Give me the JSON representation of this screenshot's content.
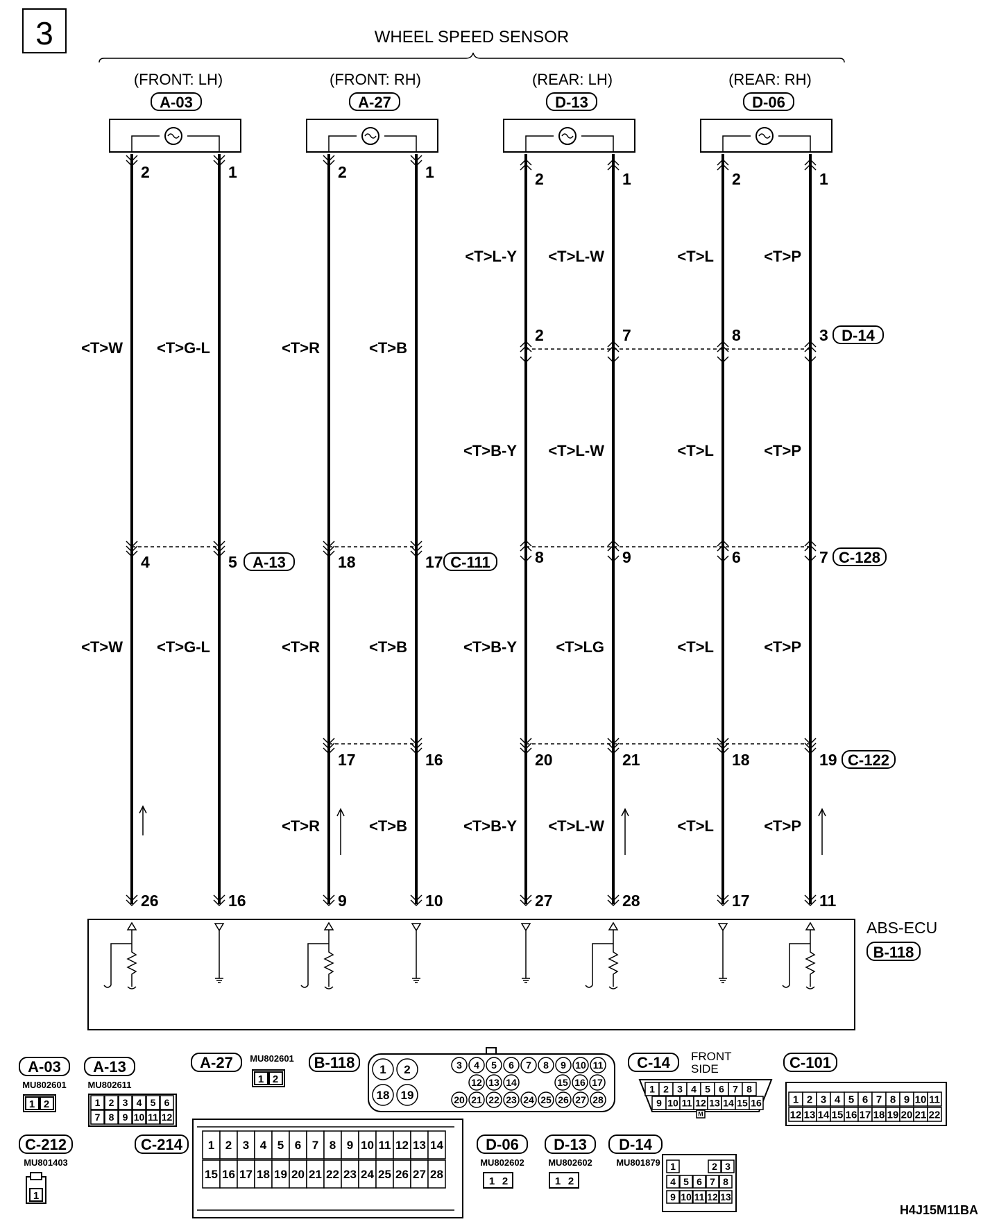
{
  "page": {
    "number": "3",
    "title": "WHEEL SPEED SENSOR",
    "figure_code": "H4J15M11BA"
  },
  "sensors": [
    {
      "label": "(FRONT: LH)",
      "connector": "A-03",
      "pin_left": "2",
      "pin_right": "1"
    },
    {
      "label": "(FRONT: RH)",
      "connector": "A-27",
      "pin_left": "2",
      "pin_right": "1"
    },
    {
      "label": "(REAR: LH)",
      "connector": "D-13",
      "pin_left": "2",
      "pin_right": "1"
    },
    {
      "label": "(REAR: RH)",
      "connector": "D-06",
      "pin_left": "2",
      "pin_right": "1"
    }
  ],
  "wire_labels": {
    "seg1": [
      "<T>W",
      "<T>G-L",
      "<T>R",
      "<T>B",
      "<T>L-Y",
      "<T>L-W",
      "<T>L",
      "<T>P"
    ],
    "seg2": [
      "<T>B-Y",
      "<T>L-W",
      "<T>L",
      "<T>P"
    ],
    "seg3": [
      "<T>W",
      "<T>G-L",
      "<T>R",
      "<T>B",
      "<T>B-Y",
      "<T>LG",
      "<T>L",
      "<T>P"
    ],
    "seg4": [
      "<T>R",
      "<T>B",
      "<T>B-Y",
      "<T>L-W",
      "<T>L",
      "<T>P"
    ]
  },
  "junctions": {
    "d14": {
      "connector": "D-14",
      "pins": [
        "2",
        "7",
        "8",
        "3"
      ]
    },
    "a13": {
      "connector": "A-13",
      "pins": [
        "4",
        "5"
      ]
    },
    "c111": {
      "connector": "C-111",
      "pins": [
        "18",
        "17"
      ]
    },
    "c128": {
      "connector": "C-128",
      "pins": [
        "8",
        "9",
        "6",
        "7"
      ]
    },
    "c122": {
      "connector": "C-122",
      "pins": [
        "17",
        "16",
        "20",
        "21",
        "18",
        "19"
      ]
    }
  },
  "ecu": {
    "name": "ABS-ECU",
    "connector": "B-118",
    "pins": [
      "26",
      "16",
      "9",
      "10",
      "27",
      "28",
      "17",
      "11"
    ]
  },
  "connector_views": {
    "a03": {
      "name": "A-03",
      "part": "MU802601",
      "pins": [
        "1",
        "2"
      ]
    },
    "a13": {
      "name": "A-13",
      "part": "MU802611",
      "row1": [
        "1",
        "2",
        "3",
        "4",
        "5",
        "6"
      ],
      "row2": [
        "7",
        "8",
        "9",
        "10",
        "11",
        "12"
      ]
    },
    "a27": {
      "name": "A-27",
      "part": "MU802601",
      "pins": [
        "1",
        "2"
      ]
    },
    "b118": {
      "name": "B-118",
      "big": [
        "1",
        "2",
        "18",
        "19"
      ],
      "row1": [
        "3",
        "4",
        "5",
        "6",
        "7",
        "8",
        "9",
        "10",
        "11"
      ],
      "row2": [
        "12",
        "13",
        "14",
        "15",
        "16",
        "17"
      ],
      "row3": [
        "20",
        "21",
        "22",
        "23",
        "24",
        "25",
        "26",
        "27",
        "28"
      ]
    },
    "c14": {
      "name": "C-14",
      "note_line1": "FRONT",
      "note_line2": "SIDE",
      "row1": [
        "1",
        "2",
        "3",
        "4",
        "5",
        "6",
        "7",
        "8"
      ],
      "row2": [
        "9",
        "10",
        "11",
        "12",
        "13",
        "14",
        "15",
        "16"
      ],
      "mark": "M"
    },
    "c101": {
      "name": "C-101",
      "row1": [
        "1",
        "2",
        "3",
        "4",
        "5",
        "6",
        "7",
        "8",
        "9",
        "10",
        "11"
      ],
      "row2": [
        "12",
        "13",
        "14",
        "15",
        "16",
        "17",
        "18",
        "19",
        "20",
        "21",
        "22"
      ]
    },
    "c212": {
      "name": "C-212",
      "part": "MU801403",
      "pins": [
        "1"
      ]
    },
    "c214": {
      "name": "C-214",
      "row1": [
        "1",
        "2",
        "3",
        "4",
        "5",
        "6",
        "7",
        "8",
        "9",
        "10",
        "11",
        "12",
        "13",
        "14"
      ],
      "row2": [
        "15",
        "16",
        "17",
        "18",
        "19",
        "20",
        "21",
        "22",
        "23",
        "24",
        "25",
        "26",
        "27",
        "28"
      ]
    },
    "d06": {
      "name": "D-06",
      "part": "MU802602",
      "pins": [
        "1",
        "2"
      ]
    },
    "d13": {
      "name": "D-13",
      "part": "MU802602",
      "pins": [
        "1",
        "2"
      ]
    },
    "d14": {
      "name": "D-14",
      "part": "MU801879",
      "row1": [
        "1",
        "2",
        "3"
      ],
      "row2": [
        "4",
        "5",
        "6",
        "7",
        "8"
      ],
      "row3": [
        "9",
        "10",
        "11",
        "12",
        "13"
      ]
    }
  }
}
